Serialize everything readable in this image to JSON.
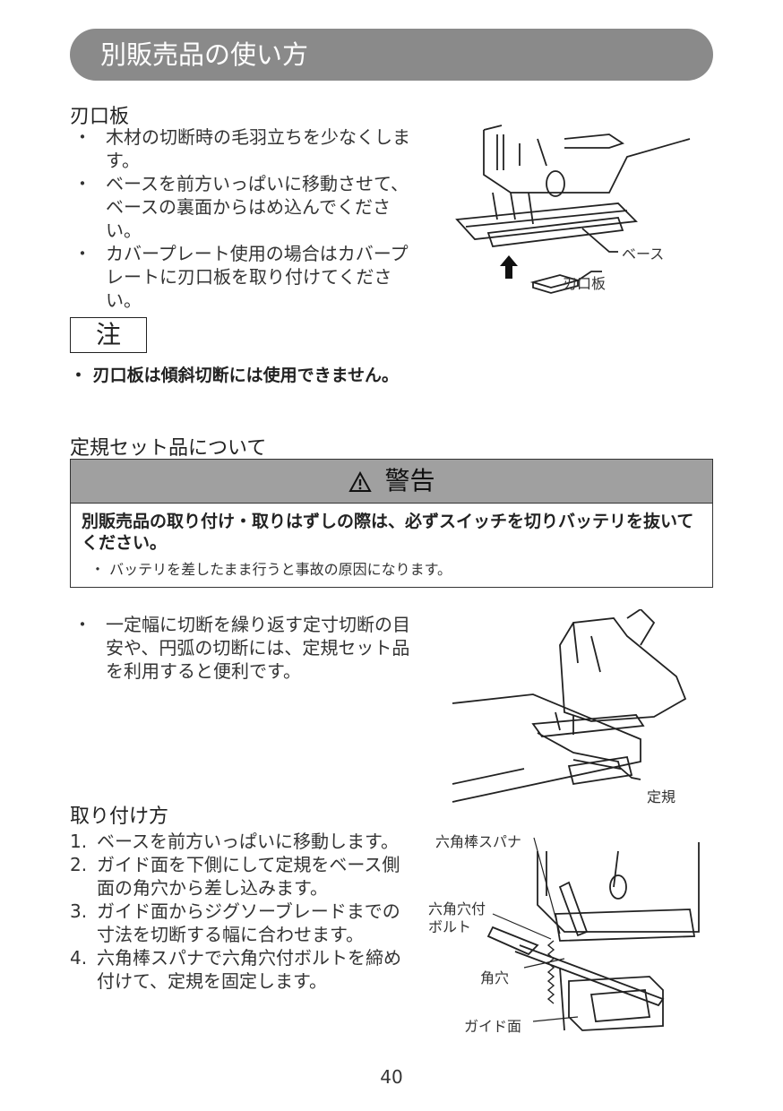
{
  "title": "別販売品の使い方",
  "section1": {
    "heading": "刃口板",
    "bullets": [
      "木材の切断時の毛羽立ちを少なくします。",
      "ベースを前方いっぱいに移動させて、ベースの裏面からはめ込んでください。",
      "カバープレート使用の場合はカバープレートに刃口板を取り付けてください。"
    ],
    "figure_labels": {
      "base": "ベース",
      "insert": "刃口板"
    }
  },
  "note": {
    "label": "注",
    "text": "・ 刃口板は傾斜切断には使用できません。"
  },
  "section2": {
    "heading": "定規セット品について",
    "warning": {
      "title": "警告",
      "text": "別販売品の取り付け・取りはずしの際は、必ずスイッチを切りバッテリを抜いてください。",
      "sub": "・ バッテリを差したまま行うと事故の原因になります。"
    },
    "bullet": "一定幅に切断を繰り返す定寸切断の目安や、円弧の切断には、定規セット品を利用すると便利です。",
    "figure_label": "定規"
  },
  "section3": {
    "heading": "取り付け方",
    "steps": [
      {
        "num": "1.",
        "text": "ベースを前方いっぱいに移動します。"
      },
      {
        "num": "2.",
        "text": "ガイド面を下側にして定規をベース側面の角穴から差し込みます。"
      },
      {
        "num": "3.",
        "text": "ガイド面からジグソーブレードまでの寸法を切断する幅に合わせます。"
      },
      {
        "num": "4.",
        "text": "六角棒スパナで六角穴付ボルトを締め付けて、定規を固定します。"
      }
    ],
    "figure_labels": {
      "wrench": "六角棒スパナ",
      "bolt1": "六角穴付",
      "bolt2": "ボルト",
      "hole": "角穴",
      "guide": "ガイド面"
    }
  },
  "page_number": "40"
}
